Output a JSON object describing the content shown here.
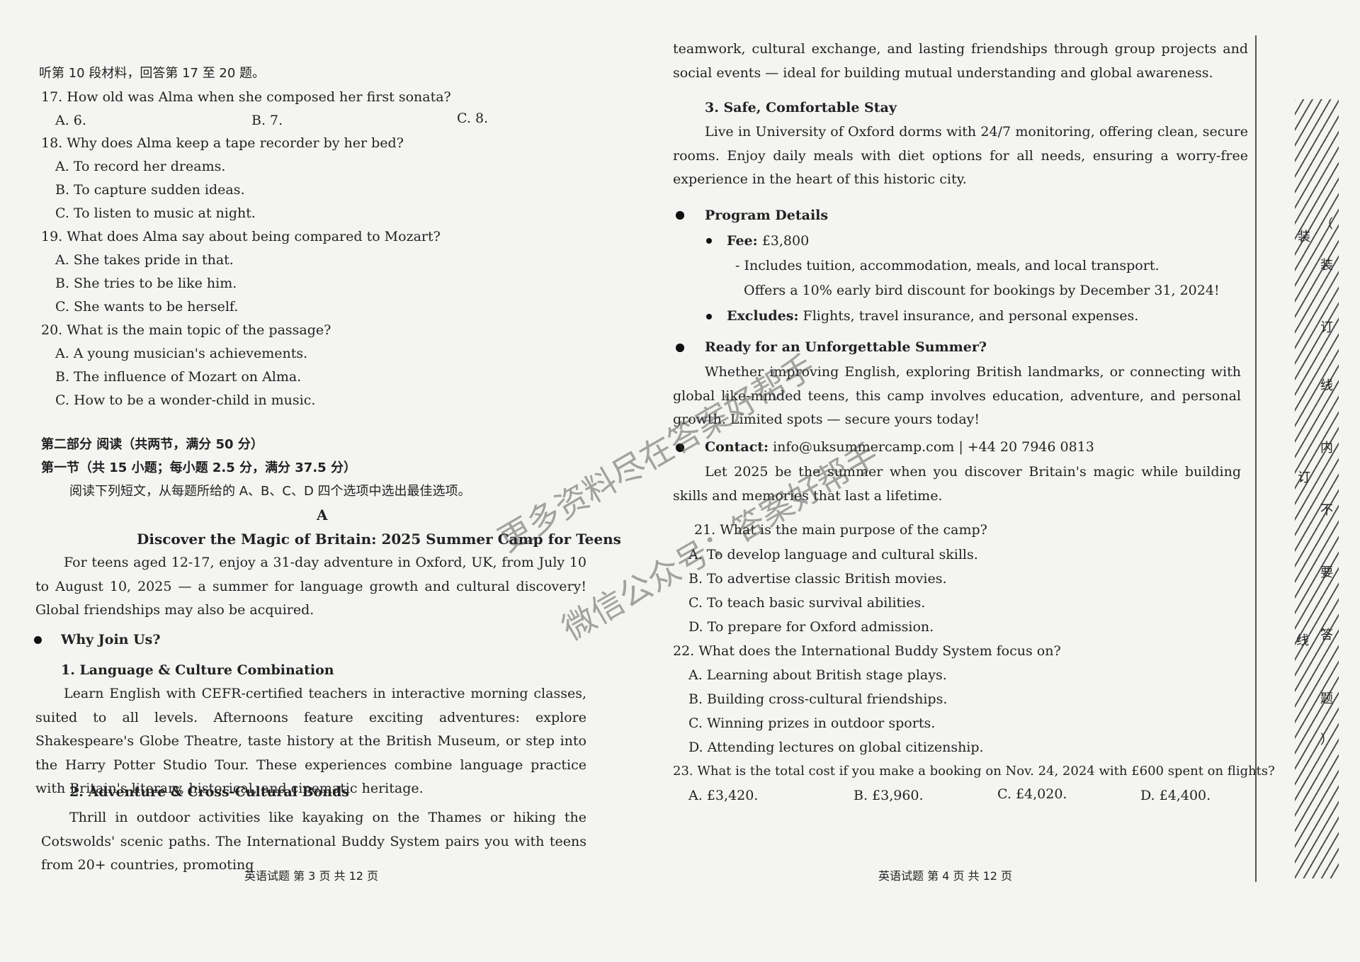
{
  "left": {
    "q_intro": "听第 10 段材料，回答第 17 至 20 题。",
    "q17": {
      "stem": "17. How old was Alma when she composed her first sonata?",
      "a": "A. 6.",
      "b": "B. 7.",
      "c": "C. 8."
    },
    "q18": {
      "stem": "18. Why does Alma keep a tape recorder by her bed?",
      "a": "A. To record her dreams.",
      "b": "B. To capture sudden ideas.",
      "c": "C. To listen to music at night."
    },
    "q19": {
      "stem": "19. What does Alma say about being compared to Mozart?",
      "a": "A. She takes pride in that.",
      "b": "B. She tries to be like him.",
      "c": "C. She wants to be herself."
    },
    "q20": {
      "stem": "20. What is the main topic of the passage?",
      "a": "A. A young musician's achievements.",
      "b": "B. The influence of Mozart on Alma.",
      "c": "C. How to be a wonder-child in music."
    },
    "part2_title": "第二部分  阅读（共两节，满分 50 分）",
    "section1_title": "第一节（共 15 小题；每小题 2.5 分，满分 37.5 分）",
    "instructions": "阅读下列短文，从每题所给的 A、B、C、D 四个选项中选出最佳选项。",
    "passage_letter": "A",
    "passage_title": "Discover the Magic of Britain: 2025 Summer Camp for Teens",
    "intro_para": "For teens aged 12-17, enjoy a 31-day adventure in Oxford, UK, from July 10 to August 10, 2025 — a summer for language growth and cultural discovery! Global friendships may also be acquired.",
    "why_join": "Why Join Us?",
    "h1": "1. Language & Culture Combination",
    "p1": "Learn English with CEFR-certified teachers in interactive morning classes, suited to all levels. Afternoons feature exciting adventures: explore Shakespeare's Globe Theatre, taste history at the British Museum, or step into the Harry Potter Studio Tour. These experiences combine language practice with Britain's literary, historical, and cinematic heritage.",
    "h2": "2. Adventure & Cross-Cultural Bonds",
    "p2": "Thrill in outdoor activities like kayaking on the Thames or hiking the Cotswolds' scenic paths. The International Buddy System pairs you with teens from 20+ countries, promoting",
    "footer": "英语试题  第 3 页 共 12 页"
  },
  "right": {
    "p2_cont": "teamwork, cultural exchange, and lasting friendships through group projects and social events — ideal for building mutual understanding and global awareness.",
    "h3": "3. Safe, Comfortable Stay",
    "p3": "Live in University of Oxford dorms with 24/7 monitoring, offering clean, secure rooms. Enjoy daily meals with diet options for all needs, ensuring a worry-free experience in the heart of this historic city.",
    "program_details": "Program Details",
    "fee_label": "Fee:",
    "fee_value": "£3,800",
    "fee_includes": "- Includes tuition, accommodation, meals, and local transport.",
    "fee_discount": "Offers a 10% early bird discount for bookings by December 31, 2024!",
    "excludes_label": "Excludes:",
    "excludes_value": "Flights, travel insurance, and personal expenses.",
    "ready_title": "Ready for an Unforgettable Summer?",
    "ready_para": "Whether improving English, exploring British landmarks, or connecting with global like-minded teens, this camp involves education, adventure, and personal growth. Limited spots — secure yours today!",
    "contact_label": "Contact:",
    "contact_value": "info@uksummercamp.com | +44 20 7946 0813",
    "closing_para": "Let 2025 be the summer when you discover Britain's magic while building skills and memories that last a lifetime.",
    "q21": {
      "stem": "21. What is the main purpose of the camp?",
      "a": "A. To develop language and cultural skills.",
      "b": "B. To advertise classic British movies.",
      "c": "C. To teach basic survival abilities.",
      "d": "D. To prepare for Oxford admission."
    },
    "q22": {
      "stem": "22. What does the International Buddy System focus on?",
      "a": "A. Learning about British stage plays.",
      "b": "B. Building cross-cultural friendships.",
      "c": "C. Winning prizes in outdoor sports.",
      "d": "D. Attending lectures on global citizenship."
    },
    "q23": {
      "stem": "23. What is the total cost if you make a booking on Nov. 24, 2024 with £600 spent on flights?",
      "a": "A. £3,420.",
      "b": "B. £3,960.",
      "c": "C. £4,020.",
      "d": "D. £4,400."
    },
    "footer": "英语试题  第 4 页 共 12 页"
  },
  "binding": {
    "outer": [
      "（",
      "装",
      "订",
      "线",
      "内",
      "不",
      "要",
      "答",
      "题",
      "）"
    ],
    "inner": [
      "装",
      "订",
      "线"
    ]
  },
  "watermark": {
    "line1": "更多资料尽在答案好帮手",
    "line2": "微信公众号：答案好帮手"
  }
}
